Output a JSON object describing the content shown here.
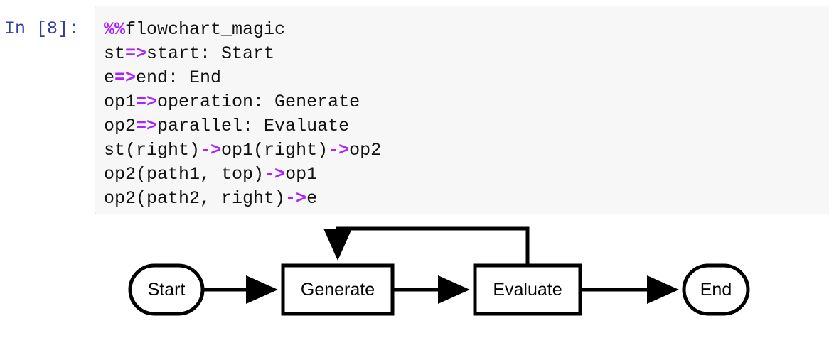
{
  "cell": {
    "prompt": "In [8]:",
    "lines": [
      [
        {
          "t": "%%",
          "c": "magic"
        },
        {
          "t": "flowchart_magic",
          "c": ""
        }
      ],
      [
        {
          "t": "st",
          "c": ""
        },
        {
          "t": "=>",
          "c": "op"
        },
        {
          "t": "start: Start",
          "c": ""
        }
      ],
      [
        {
          "t": "e",
          "c": ""
        },
        {
          "t": "=>",
          "c": "op"
        },
        {
          "t": "end: End",
          "c": ""
        }
      ],
      [
        {
          "t": "op1",
          "c": ""
        },
        {
          "t": "=>",
          "c": "op"
        },
        {
          "t": "operation: Generate",
          "c": ""
        }
      ],
      [
        {
          "t": "op2",
          "c": ""
        },
        {
          "t": "=>",
          "c": "op"
        },
        {
          "t": "parallel: Evaluate",
          "c": ""
        }
      ],
      [
        {
          "t": "st(right)",
          "c": ""
        },
        {
          "t": "->",
          "c": "op"
        },
        {
          "t": "op1(right)",
          "c": ""
        },
        {
          "t": "->",
          "c": "op"
        },
        {
          "t": "op2",
          "c": ""
        }
      ],
      [
        {
          "t": "op2(path1, top)",
          "c": ""
        },
        {
          "t": "->",
          "c": "op"
        },
        {
          "t": "op1",
          "c": ""
        }
      ],
      [
        {
          "t": "op2(path2, right)",
          "c": ""
        },
        {
          "t": "->",
          "c": "op"
        },
        {
          "t": "e",
          "c": ""
        }
      ]
    ]
  },
  "flowchart": {
    "nodes": {
      "start": "Start",
      "generate": "Generate",
      "evaluate": "Evaluate",
      "end": "End"
    }
  },
  "colors": {
    "prompt": "#303f9f",
    "operator": "#aa22ff",
    "cell_bg": "#f7f7f7",
    "cell_border": "#cfcfcf"
  }
}
